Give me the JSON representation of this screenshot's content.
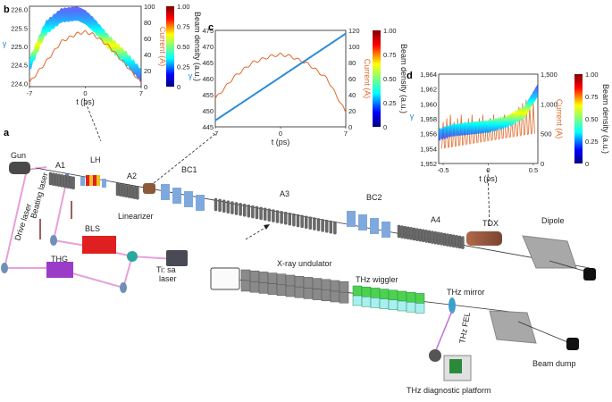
{
  "panels": {
    "a": "a",
    "b": "b",
    "c": "c",
    "d": "d"
  },
  "components": {
    "gun": "Gun",
    "a1": "A1",
    "lh": "LH",
    "a2": "A2",
    "bc1": "BC1",
    "a3": "A3",
    "bc2": "BC2",
    "a4": "A4",
    "tdx": "TDX",
    "dipole": "Dipole",
    "linearizer": "Linearizer",
    "drive_laser": "Drive laser",
    "beating_laser": "Beating laser",
    "bls": "BLS",
    "thg": "THG",
    "tisa_line1": "Ti: sa",
    "tisa_line2": "laser",
    "xray_undulator": "X-ray undulator",
    "thz_wiggler": "THz wiggler",
    "thz_mirror": "THz mirror",
    "thz_fel": "THz FEL",
    "beam_dump": "Beam dump",
    "thz_diag": "THz diagnostic platform"
  },
  "colors": {
    "current": "#e06a2c",
    "gamma": "#2a8bd8",
    "diamond_line": "#e377c2",
    "magnet_blue": "#7fa8dc",
    "laser_pink": "#e8a0d8",
    "bls_red": "#e02020",
    "thg_purple": "#9a3cc8",
    "wiggler_green": "#4dd24d"
  },
  "chart_data": [
    {
      "id": "b",
      "type": "heatmap",
      "xlabel": "t (ps)",
      "ylabel": "γ",
      "y2label": "Current (A)",
      "colorbar_label": "Beam density (a.u.)",
      "xticks": [
        "-7",
        "0",
        "7"
      ],
      "xlim": [
        -7,
        7
      ],
      "yticks": [
        "224.0",
        "224.5",
        "225.0",
        "225.5",
        "226.0"
      ],
      "ylim": [
        223.8,
        226.0
      ],
      "y2ticks": [
        "0",
        "20",
        "40",
        "60",
        "80",
        "100"
      ],
      "y2lim": [
        0,
        100
      ],
      "cbticks": [
        "0",
        "0.25",
        "0.50",
        "0.75",
        "1.00"
      ],
      "current": {
        "x": [
          -7,
          -5,
          -3,
          -1,
          0,
          1,
          3,
          5,
          7
        ],
        "y": [
          5,
          30,
          56,
          66,
          68,
          65,
          50,
          28,
          5
        ]
      },
      "gamma": {
        "x": [
          -7,
          -5,
          -3,
          -1,
          0,
          1,
          3,
          5,
          7
        ],
        "y": [
          224.4,
          225.4,
          225.75,
          225.8,
          225.7,
          225.5,
          225.0,
          224.6,
          224.1
        ]
      }
    },
    {
      "id": "c",
      "type": "heatmap",
      "xlabel": "t (ps)",
      "ylabel": "γ",
      "y2label": "Current (A)",
      "colorbar_label": "Beam density (a.u.)",
      "xticks": [
        "-7",
        "0",
        "7"
      ],
      "xlim": [
        -7,
        7
      ],
      "yticks": [
        "445",
        "450",
        "455",
        "460",
        "465",
        "470",
        "475"
      ],
      "ylim": [
        445,
        475
      ],
      "y2ticks": [
        "0",
        "20",
        "40",
        "60",
        "80",
        "100",
        "120"
      ],
      "y2lim": [
        0,
        120
      ],
      "cbticks": [
        "0",
        "0.25",
        "0.50",
        "0.75",
        "1.00"
      ],
      "current": {
        "x": [
          -7,
          -5,
          -3,
          -1,
          0,
          1,
          3,
          5,
          7
        ],
        "y": [
          35,
          62,
          80,
          88,
          90,
          88,
          78,
          60,
          18
        ]
      },
      "gamma": {
        "x": [
          -7,
          7
        ],
        "y": [
          447,
          474
        ]
      }
    },
    {
      "id": "d",
      "type": "heatmap",
      "xlabel": "t (ps)",
      "ylabel": "γ",
      "y2label": "Current (A)",
      "colorbar_label": "Beam density (a.u.)",
      "xticks": [
        "-0.5",
        "0",
        "0.5"
      ],
      "xlim": [
        -0.55,
        0.55
      ],
      "yticks": [
        "1,952",
        "1,954",
        "1,956",
        "1,958",
        "1,960",
        "1,962",
        "1,964"
      ],
      "ylim": [
        1951,
        1965
      ],
      "y2ticks": [
        "0",
        "500",
        "1,000",
        "1,500"
      ],
      "y2lim": [
        0,
        1500
      ],
      "cbticks": [
        "0",
        "0.25",
        "0.50",
        "0.75",
        "1.00"
      ],
      "gamma": {
        "x": [
          -0.55,
          -0.4,
          -0.2,
          0,
          0.2,
          0.4,
          0.55
        ],
        "y": [
          1955.5,
          1956.2,
          1956.5,
          1956.8,
          1957.5,
          1959.0,
          1962.5
        ]
      }
    }
  ]
}
